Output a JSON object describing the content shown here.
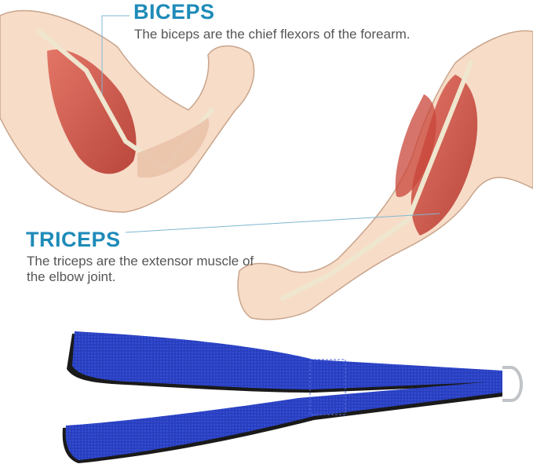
{
  "biceps": {
    "title": "BICEPS",
    "description": "The biceps are the chief flexors of the forearm."
  },
  "triceps": {
    "title": "TRICEPS",
    "description": "The triceps are the extensor muscle of the elbow joint."
  },
  "colors": {
    "label_title": "#1e8bb8",
    "skin": "#f7dcc8",
    "skin_outline": "#c9a58c",
    "muscle": "#c8453a",
    "strap_blue": "#2a3fbf",
    "strap_edge": "#1a1a1a"
  }
}
